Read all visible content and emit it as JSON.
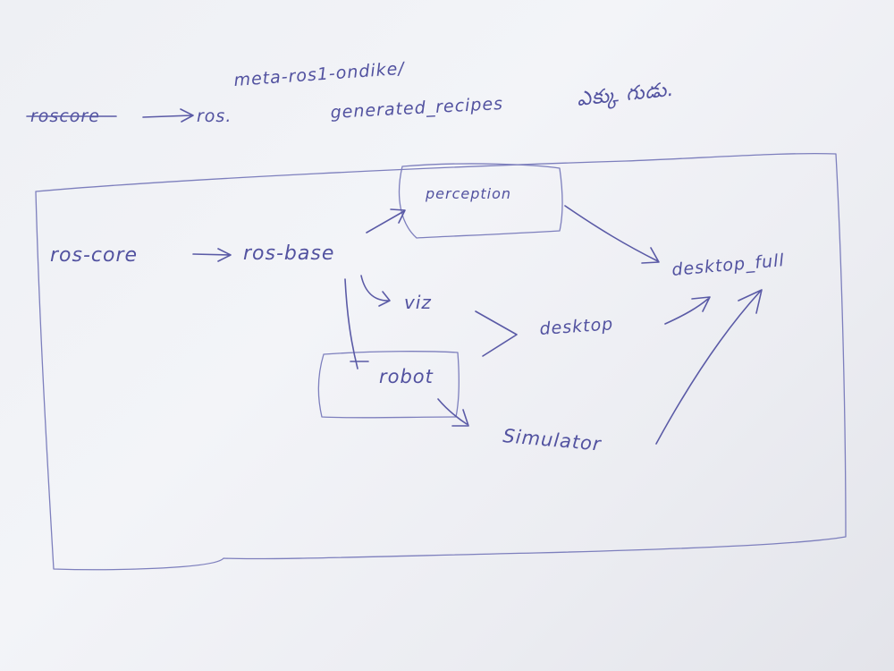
{
  "notes": {
    "top_line": "meta-ros1-ondike/",
    "roscore_struck": "roscore",
    "roscore_target": "ros.",
    "generated_recipes": "generated_recipes",
    "trailing_scribble": "ఎక్కు గుడు."
  },
  "nodes": {
    "ros_core": "ros-core",
    "ros_base": "ros-base",
    "perception": "perception",
    "viz": "viz",
    "robot": "robot",
    "desktop": "desktop",
    "desktop_full": "desktop_full",
    "simulator": "Simulator"
  },
  "ink_color": "#5a5aa6"
}
